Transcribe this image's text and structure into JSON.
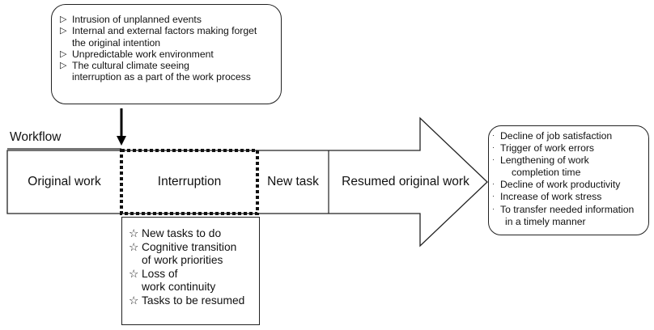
{
  "causes": {
    "bullet_symbol": "▷",
    "items": [
      {
        "lines": [
          "Intrusion of unplanned events"
        ]
      },
      {
        "lines": [
          "Internal and external factors making forget",
          "the original intention"
        ]
      },
      {
        "lines": [
          "Unpredictable work environment"
        ]
      },
      {
        "lines": [
          "The cultural climate seeing",
          "interruption as a  part of the work process"
        ]
      }
    ]
  },
  "workflow": {
    "label": "Workflow",
    "segments": {
      "original": "Original work",
      "interruption": "Interruption",
      "new_task": "New task",
      "resumed": "Resumed original work"
    }
  },
  "effects": {
    "bullet_symbol": "☆",
    "items": [
      {
        "lines": [
          "New tasks to do"
        ]
      },
      {
        "lines": [
          "Cognitive transition",
          "of work priorities"
        ]
      },
      {
        "lines": [
          "Loss of",
          "work continuity"
        ]
      },
      {
        "lines": [
          "Tasks to be resumed"
        ]
      }
    ]
  },
  "outcomes": {
    "bullet_symbol": "·",
    "items": [
      {
        "lines": [
          "Decline of job satisfaction"
        ]
      },
      {
        "lines": [
          "Trigger of work errors"
        ]
      },
      {
        "lines": [
          "Lengthening of work",
          "completion time"
        ]
      },
      {
        "lines": [
          "Decline of work productivity"
        ]
      },
      {
        "lines": [
          "Increase of work stress"
        ]
      },
      {
        "lines": [
          "To transfer needed information",
          "in a timely manner"
        ]
      }
    ]
  }
}
